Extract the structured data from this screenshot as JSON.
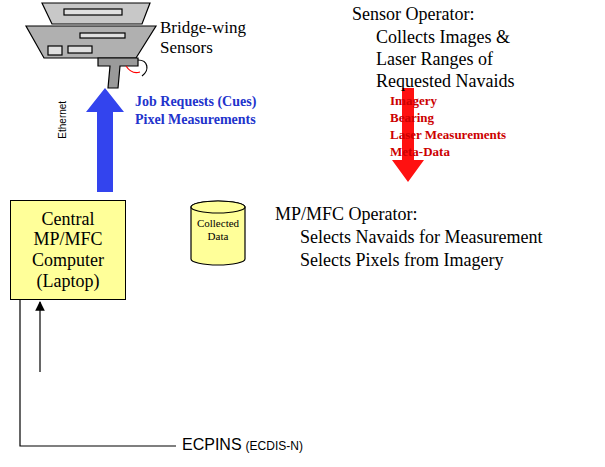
{
  "diagram": {
    "nodes": [
      {
        "text": [
          "Central MP/MFC Computer (Laptop)"
        ]
      },
      {
        "text": [
          "Collected Data"
        ]
      }
    ],
    "labels": [
      "Bridge-wing Sensors",
      "Sensor Operator:",
      "Collects Images &",
      "Laser Ranges of",
      "Requested Navaids",
      "Job Requests (Cues)",
      "Pixel Measurements",
      "Ethernet",
      "Imagery",
      "Bearing",
      "Laser Measurements",
      "Meta-Data",
      "MP/MFC Operator:",
      "Selects Navaids for Measurement",
      "Selects Pixels from Imagery",
      "ECPINS",
      "(ECDIS-N)"
    ]
  }
}
